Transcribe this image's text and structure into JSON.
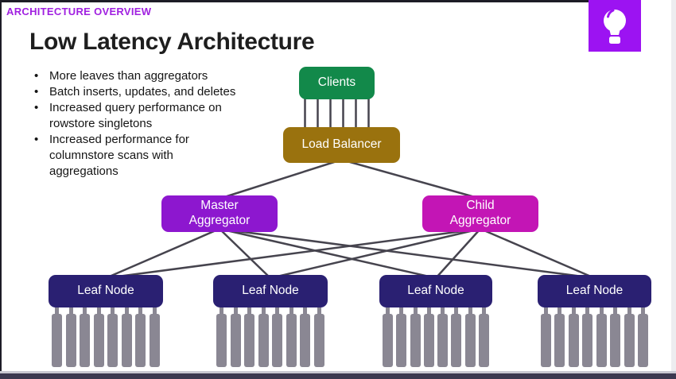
{
  "slide": {
    "kicker": "ARCHITECTURE OVERVIEW",
    "title": "Low Latency Architecture",
    "bullets": [
      "More leaves than aggregators",
      "Batch inserts, updates, and deletes",
      "Increased query performance on\nrowstore singletons",
      "Increased performance for\ncolumnstore scans with\naggregations"
    ]
  },
  "logo": {
    "icon": "lightbulb",
    "background": "#9c13f2"
  },
  "colors": {
    "kicker_text": "#a020e0",
    "title_text": "#1e1e1e",
    "connector_line": "#46444e",
    "disk_bar": "#8a8793",
    "frame": "#1d1c26",
    "bottom_bar": "#3c3950"
  },
  "diagram": {
    "disks_per_leaf": 8,
    "nodes": [
      {
        "id": "clients",
        "label": "Clients",
        "color": "#12894a"
      },
      {
        "id": "load-balancer",
        "label": "Load Balancer",
        "color": "#9a720e"
      },
      {
        "id": "master-aggregator",
        "label": "Master\nAggregator",
        "color": "#8d17cf"
      },
      {
        "id": "child-aggregator",
        "label": "Child\nAggregator",
        "color": "#c315b5"
      },
      {
        "id": "leaf-1",
        "label": "Leaf Node",
        "color": "#2a2072",
        "disks": 8
      },
      {
        "id": "leaf-2",
        "label": "Leaf Node",
        "color": "#2a2072",
        "disks": 8
      },
      {
        "id": "leaf-3",
        "label": "Leaf Node",
        "color": "#2a2072",
        "disks": 8
      },
      {
        "id": "leaf-4",
        "label": "Leaf Node",
        "color": "#2a2072",
        "disks": 8
      }
    ],
    "edges": [
      {
        "from": "clients",
        "to": "load-balancer",
        "style": "bundle",
        "count": 6
      },
      {
        "from": "load-balancer",
        "to": "master-aggregator"
      },
      {
        "from": "load-balancer",
        "to": "child-aggregator"
      },
      {
        "from": "master-aggregator",
        "to": "leaf-1"
      },
      {
        "from": "master-aggregator",
        "to": "leaf-2"
      },
      {
        "from": "master-aggregator",
        "to": "leaf-3"
      },
      {
        "from": "master-aggregator",
        "to": "leaf-4"
      },
      {
        "from": "child-aggregator",
        "to": "leaf-1"
      },
      {
        "from": "child-aggregator",
        "to": "leaf-2"
      },
      {
        "from": "child-aggregator",
        "to": "leaf-3"
      },
      {
        "from": "child-aggregator",
        "to": "leaf-4"
      }
    ]
  }
}
